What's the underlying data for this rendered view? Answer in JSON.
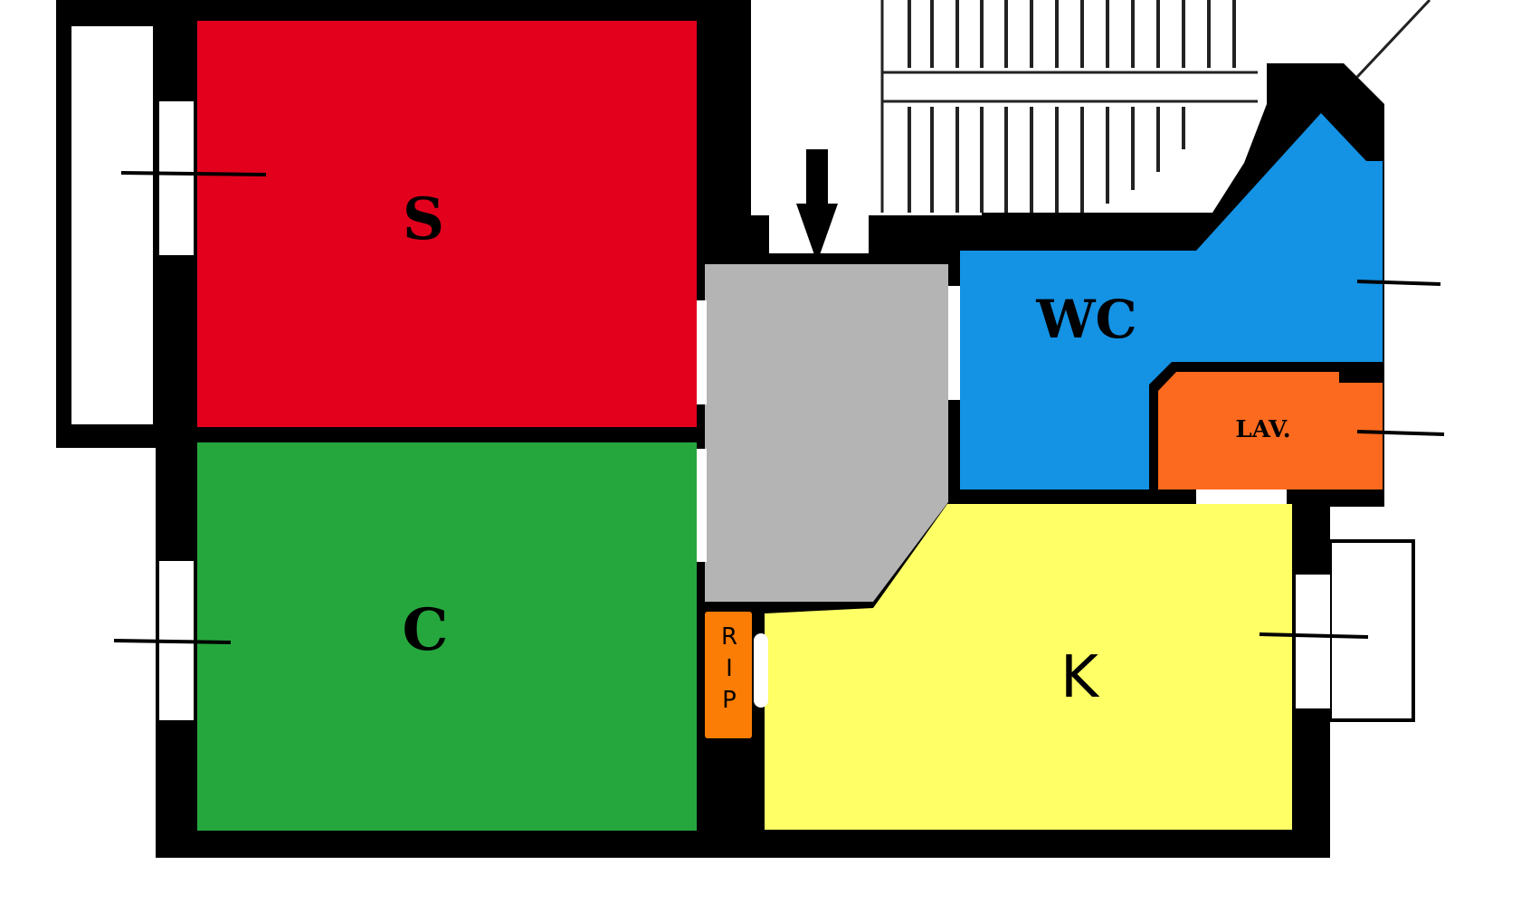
{
  "rooms": {
    "s": {
      "label": "S",
      "color": "#e2001d"
    },
    "c": {
      "label": "C",
      "color": "#25a73d"
    },
    "wc": {
      "label": "WC",
      "color": "#1492e4"
    },
    "lav": {
      "label": "LAV.",
      "color": "#fb6a1e"
    },
    "k": {
      "label": "K",
      "color": "#ffff66"
    },
    "hall": {
      "color": "#b4b4b4"
    },
    "rip": {
      "letters": [
        "R",
        "I",
        "P"
      ],
      "color": "#fb7d05"
    }
  },
  "colors": {
    "wall": "#000000",
    "background": "#ffffff"
  },
  "icons": {
    "entrance": "arrow-down-icon"
  }
}
